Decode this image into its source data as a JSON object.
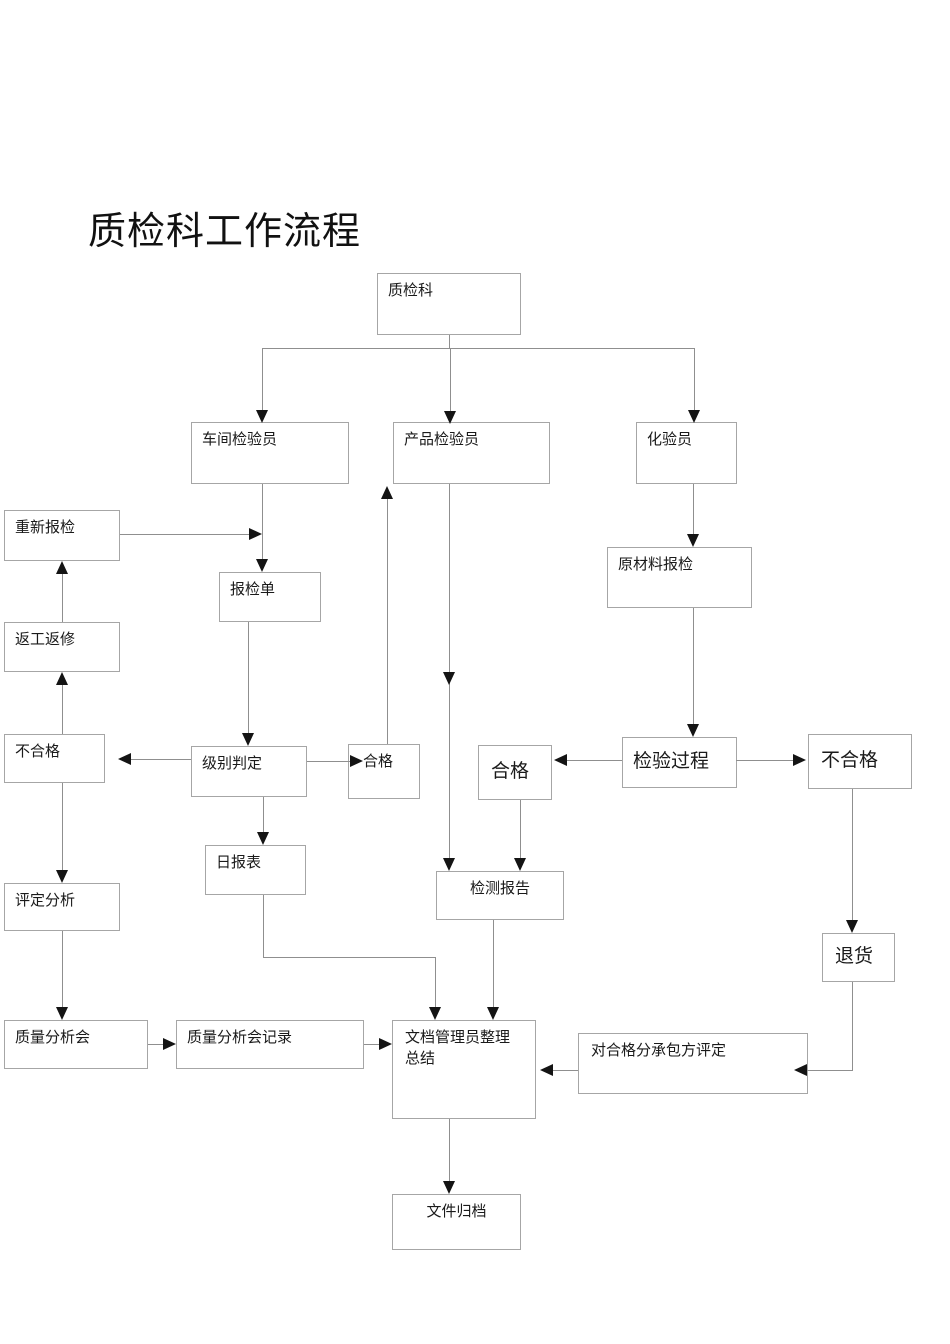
{
  "title": "质检科工作流程",
  "colors": {
    "background": "#ffffff",
    "box_border": "#a6a6a6",
    "connector": "#8f8f8f",
    "arrowhead": "#141414",
    "text": "#1a1a1a"
  },
  "nodes": {
    "dept": {
      "label": "质检科"
    },
    "workshop_inspector": {
      "label": "车间检验员"
    },
    "product_inspector": {
      "label": "产品检验员"
    },
    "lab_technician": {
      "label": "化验员"
    },
    "raw_material_inspection": {
      "label": "原材料报检"
    },
    "reinspection": {
      "label": "重新报检"
    },
    "rework_repair": {
      "label": "返工返修"
    },
    "inspection_form": {
      "label": "报检单"
    },
    "unqualified_left": {
      "label": "不合格"
    },
    "grade_judgment": {
      "label": "级别判定"
    },
    "qualified_small": {
      "label": "合格"
    },
    "qualified_large": {
      "label": "合格"
    },
    "inspection_process": {
      "label": "检验过程"
    },
    "unqualified_right": {
      "label": "不合格"
    },
    "return_goods": {
      "label": "退货"
    },
    "assessment_analysis": {
      "label": "评定分析"
    },
    "daily_report": {
      "label": "日报表"
    },
    "test_report": {
      "label": "检测报告"
    },
    "quality_meeting": {
      "label": "质量分析会"
    },
    "quality_meeting_record": {
      "label": "质量分析会记录"
    },
    "document_manager_summary": {
      "label": "文档管理员整理总结"
    },
    "subcontractor_evaluation": {
      "label": "对合格分承包方评定"
    },
    "file_archive": {
      "label": "文件归档"
    }
  },
  "edges": [
    "dept -> workshop_inspector",
    "dept -> product_inspector",
    "dept -> lab_technician",
    "workshop_inspector -> inspection_form",
    "reinspection -> inspection_form",
    "inspection_form -> grade_judgment",
    "grade_judgment -> unqualified_left",
    "grade_judgment -> qualified_small",
    "grade_judgment -> daily_report",
    "qualified_small -> product_inspector",
    "unqualified_left -> rework_repair",
    "rework_repair -> reinspection",
    "unqualified_left -> assessment_analysis",
    "assessment_analysis -> quality_meeting",
    "quality_meeting -> quality_meeting_record",
    "quality_meeting_record -> document_manager_summary",
    "daily_report -> document_manager_summary",
    "product_inspector -> test_report",
    "qualified_large -> test_report",
    "test_report -> document_manager_summary",
    "lab_technician -> raw_material_inspection",
    "raw_material_inspection -> inspection_process",
    "inspection_process -> qualified_large",
    "inspection_process -> unqualified_right",
    "unqualified_right -> return_goods",
    "return_goods -> subcontractor_evaluation",
    "subcontractor_evaluation -> document_manager_summary",
    "document_manager_summary -> file_archive"
  ]
}
